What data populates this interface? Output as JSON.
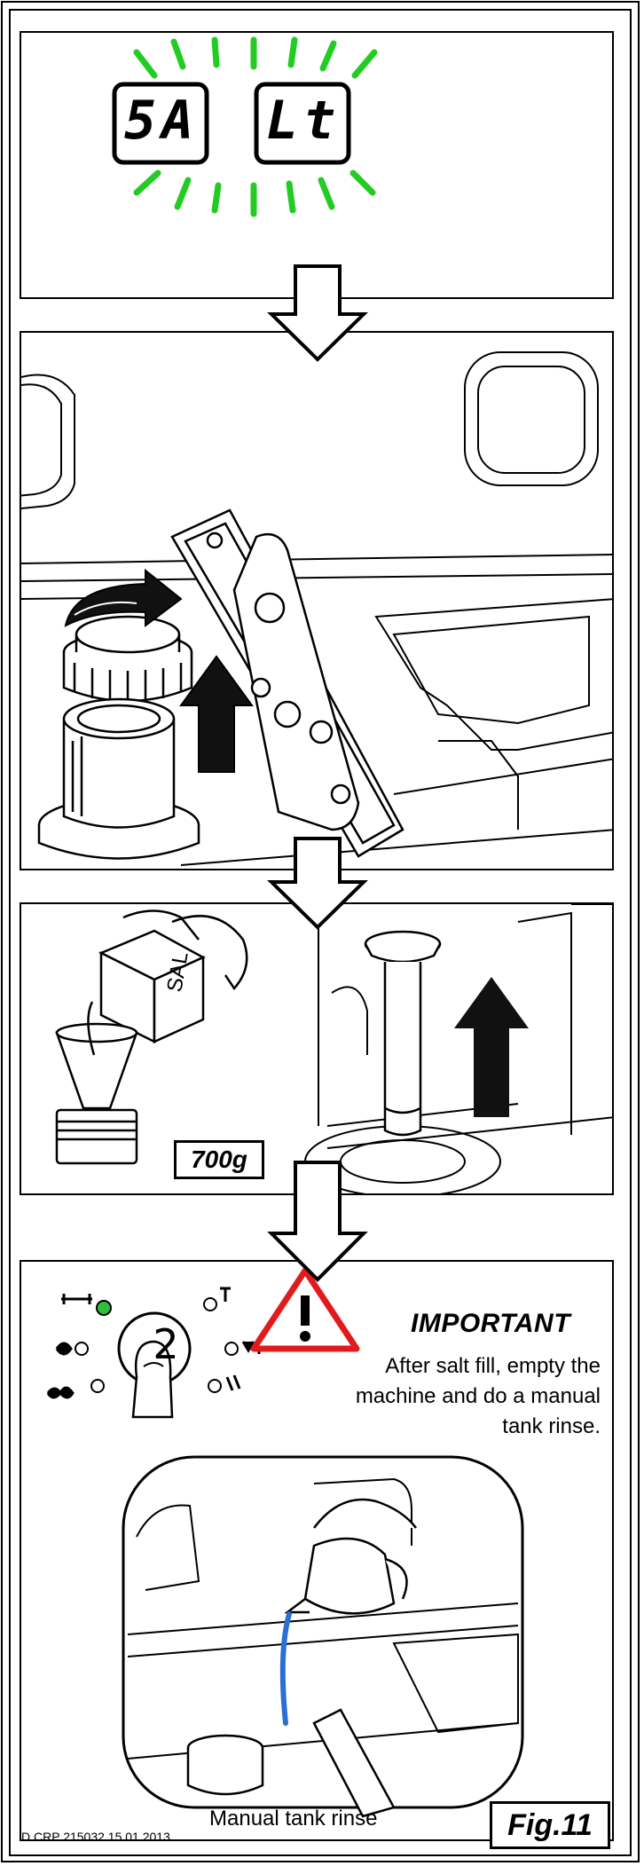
{
  "display": {
    "left": "5A",
    "right": "Lt"
  },
  "salt": {
    "box_label": "SAL",
    "amount": "700g"
  },
  "panel4": {
    "button_number": "2",
    "important_title": "IMPORTANT",
    "note": "After salt fill, empty the machine and do a manual tank rinse.",
    "caption": "Manual tank rinse"
  },
  "footer": {
    "doc_ref": "D CRP 215032 15.01.2013",
    "figure": "Fig.11"
  },
  "colors": {
    "blink": "#22cc22",
    "led_on": "#2fbf3a",
    "warning_red": "#e11b1b",
    "water": "#2b6fd6",
    "line": "#000000"
  },
  "icons": [
    "blink-rays",
    "down-arrow",
    "curved-rotate-arrow",
    "up-arrow",
    "warning-triangle-icon",
    "wash-program-icons"
  ]
}
